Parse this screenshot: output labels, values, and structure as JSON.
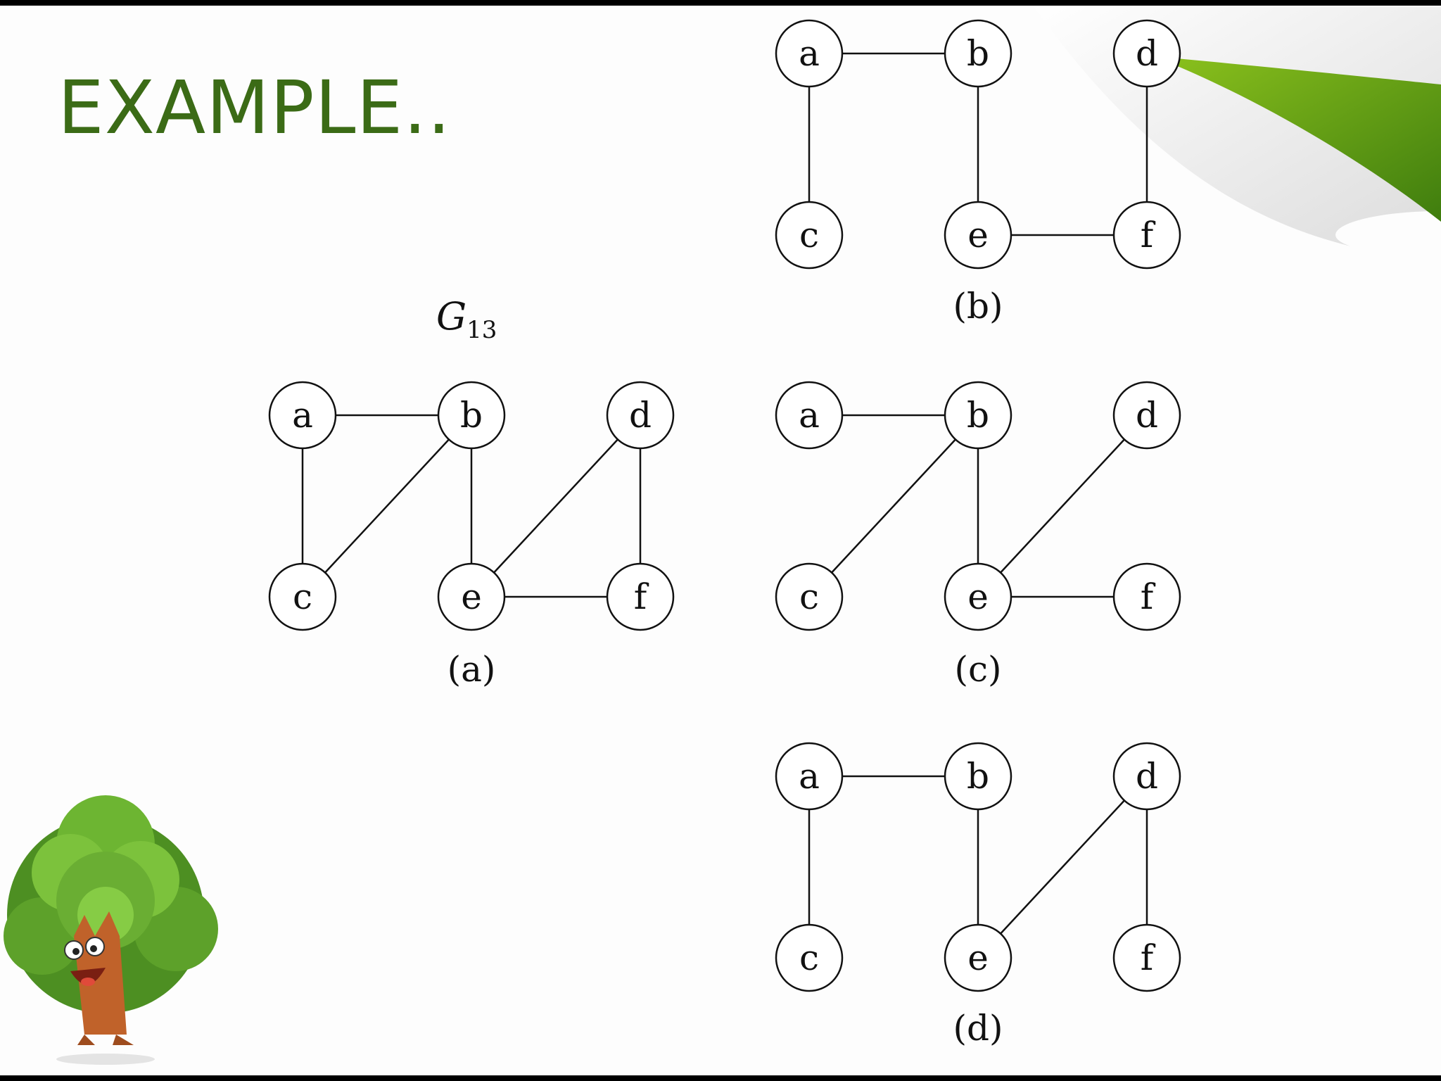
{
  "slide": {
    "title": "EXAMPLE..",
    "graph_name": "G",
    "graph_subscript": "13"
  },
  "colors": {
    "title": "#3b6b16",
    "ribbon_dark": "#3f7d0e",
    "ribbon_light": "#8cc21d"
  },
  "icons": [
    "page-curl-ribbon",
    "tree-mascot"
  ],
  "graphs": [
    {
      "caption": "(a)",
      "nodes": [
        "a",
        "b",
        "d",
        "c",
        "e",
        "f"
      ],
      "edges": [
        [
          "a",
          "b"
        ],
        [
          "a",
          "c"
        ],
        [
          "b",
          "c"
        ],
        [
          "b",
          "e"
        ],
        [
          "d",
          "e"
        ],
        [
          "d",
          "f"
        ],
        [
          "e",
          "f"
        ]
      ]
    },
    {
      "caption": "(b)",
      "nodes": [
        "a",
        "b",
        "d",
        "c",
        "e",
        "f"
      ],
      "edges": [
        [
          "a",
          "b"
        ],
        [
          "a",
          "c"
        ],
        [
          "b",
          "e"
        ],
        [
          "d",
          "f"
        ],
        [
          "e",
          "f"
        ]
      ]
    },
    {
      "caption": "(c)",
      "nodes": [
        "a",
        "b",
        "d",
        "c",
        "e",
        "f"
      ],
      "edges": [
        [
          "a",
          "b"
        ],
        [
          "b",
          "c"
        ],
        [
          "b",
          "e"
        ],
        [
          "d",
          "e"
        ],
        [
          "e",
          "f"
        ]
      ]
    },
    {
      "caption": "(d)",
      "nodes": [
        "a",
        "b",
        "d",
        "c",
        "e",
        "f"
      ],
      "edges": [
        [
          "a",
          "b"
        ],
        [
          "a",
          "c"
        ],
        [
          "b",
          "e"
        ],
        [
          "d",
          "e"
        ],
        [
          "d",
          "f"
        ]
      ]
    }
  ]
}
